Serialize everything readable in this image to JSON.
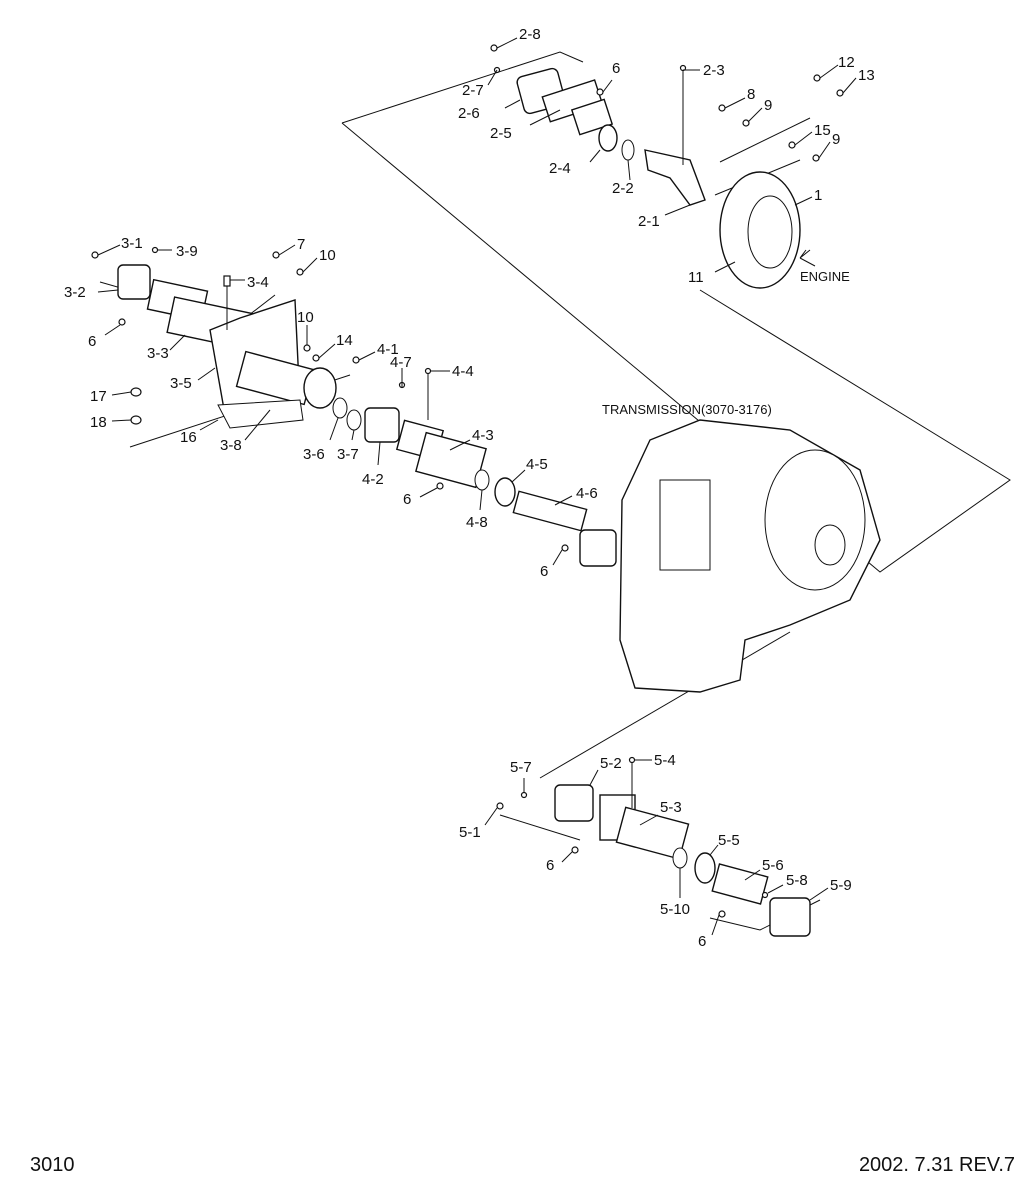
{
  "labels": {
    "p2_8": "2-8",
    "p2_7": "2-7",
    "p2_6": "2-6",
    "p2_5": "2-5",
    "p2_4": "2-4",
    "p2_3": "2-3",
    "p2_2": "2-2",
    "p2_1": "2-1",
    "p6_a": "6",
    "p8": "8",
    "p9_a": "9",
    "p12": "12",
    "p13": "13",
    "p15": "15",
    "p9_b": "9",
    "p1": "1",
    "p11": "11",
    "engine": "ENGINE",
    "p3_1": "3-1",
    "p3_9": "3-9",
    "p3_2": "3-2",
    "p6_b": "6",
    "p3_3": "3-3",
    "p3_4": "3-4",
    "p7": "7",
    "p10_a": "10",
    "p10_b": "10",
    "p14": "14",
    "p3_5": "3-5",
    "p17": "17",
    "p18": "18",
    "p16": "16",
    "p3_8": "3-8",
    "p3_6": "3-6",
    "p3_7": "3-7",
    "p4_1": "4-1",
    "p4_7": "4-7",
    "p4_4": "4-4",
    "p4_3": "4-3",
    "p4_2": "4-2",
    "p6_c": "6",
    "p4_5": "4-5",
    "p4_8": "4-8",
    "p4_6": "4-6",
    "p6_d": "6",
    "transmission": "TRANSMISSION(3070-3176)",
    "p5_7": "5-7",
    "p5_2": "5-2",
    "p5_4": "5-4",
    "p5_1": "5-1",
    "p5_3": "5-3",
    "p6_e": "6",
    "p5_5": "5-5",
    "p5_10": "5-10",
    "p5_6": "5-6",
    "p5_8": "5-8",
    "p5_9": "5-9",
    "p6_f": "6"
  },
  "footer": {
    "page_number": "3010",
    "revision": "2002. 7.31  REV.7"
  }
}
